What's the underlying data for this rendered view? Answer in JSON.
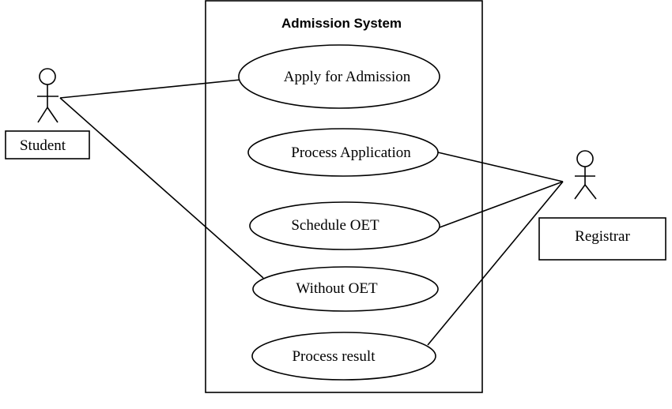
{
  "system": {
    "title": "Admission System"
  },
  "actors": {
    "student": {
      "label": "Student"
    },
    "registrar": {
      "label": "Registrar"
    }
  },
  "use_cases": {
    "apply": "Apply for Admission",
    "process_application": "Process Application",
    "schedule_oet": "Schedule OET",
    "without_oet": "Without OET",
    "process_result": "Process result"
  }
}
